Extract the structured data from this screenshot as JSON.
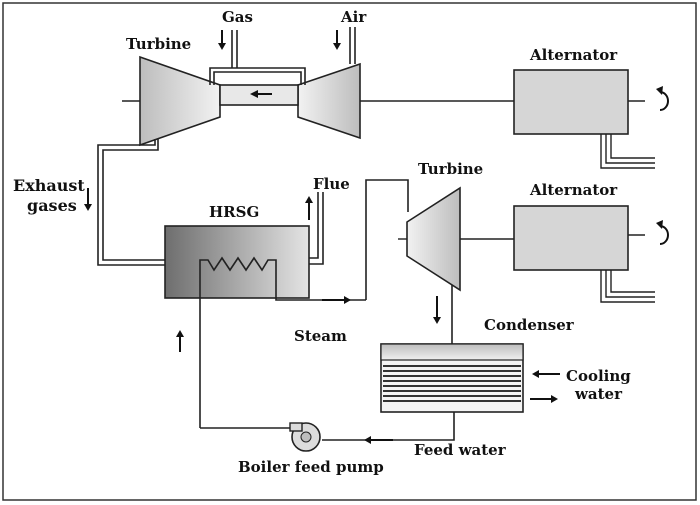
{
  "labels": {
    "gas": "Gas",
    "air": "Air",
    "gas_turbine": "Turbine",
    "alternator_top": "Alternator",
    "exhaust_line1": "Exhaust",
    "exhaust_line2": "gases",
    "hrsg": "HRSG",
    "flue": "Flue",
    "steam_turbine": "Turbine",
    "alternator_bottom": "Alternator",
    "steam": "Steam",
    "condenser": "Condenser",
    "cooling_line1": "Cooling",
    "cooling_line2": "water",
    "feed_water": "Feed water",
    "pump": "Boiler feed pump"
  },
  "colors": {
    "box_fill": "#d6d6d6",
    "hrsg_dark": "#6e6e6e",
    "hrsg_light": "#e4e4e4",
    "line": "#222222"
  },
  "icons": {
    "rotation": "rotation-arrow-icon",
    "arrows": "flow-arrow-icon"
  }
}
